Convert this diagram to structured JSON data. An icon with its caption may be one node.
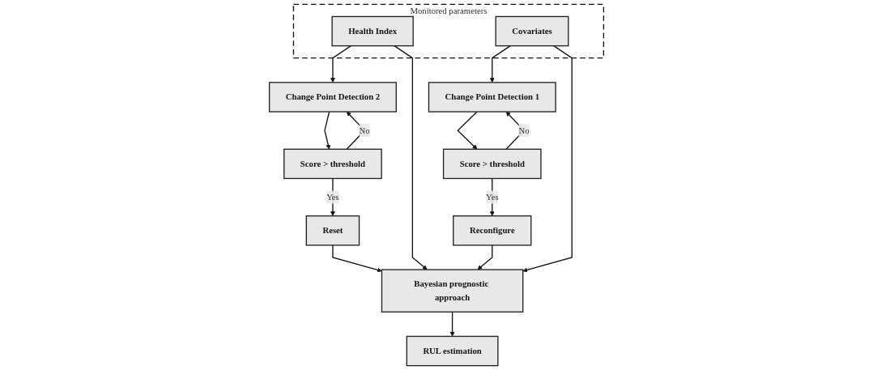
{
  "diagram": {
    "nodes": [
      {
        "text": [
          "Change Point Detection 1"
        ]
      },
      {
        "text": [
          "Change Point Detection 2"
        ]
      },
      {
        "text": [
          "Monitored parameters"
        ]
      },
      {
        "text": [
          "Health Index"
        ],
        "in": 2
      },
      {
        "text": [
          "Covariates"
        ],
        "in": 2
      },
      {
        "text": [
          "Score > threshold"
        ]
      },
      {
        "text": [
          "Score > threshold"
        ]
      },
      {
        "text": [
          "Bayesian prognostic approach"
        ]
      },
      {
        "text": [
          "RUL estimation"
        ]
      },
      {
        "text": [
          "Reconfigure"
        ]
      },
      {
        "text": [
          "Reset"
        ]
      }
    ],
    "edges": [
      {
        "from": 4,
        "to": 0,
        "arrow": "to"
      },
      {
        "from": 3,
        "to": 1,
        "arrow": "to"
      },
      {
        "from": 0,
        "to": 5,
        "arrow": "to"
      },
      {
        "from": 5,
        "to": 0,
        "arrow": "to",
        "label": "No"
      },
      {
        "from": 5,
        "to": 9,
        "arrow": "to",
        "label": "Yes"
      },
      {
        "from": 1,
        "to": 6,
        "arrow": "to"
      },
      {
        "from": 6,
        "to": 1,
        "arrow": "to",
        "label": "No"
      },
      {
        "from": 6,
        "to": 10,
        "arrow": "to",
        "label": "Yes"
      },
      {
        "from": 3,
        "to": 7,
        "arrow": "to"
      },
      {
        "from": 4,
        "to": 7,
        "arrow": "to"
      },
      {
        "from": 10,
        "to": 7,
        "arrow": "to"
      },
      {
        "from": 9,
        "to": 7,
        "arrow": "to"
      },
      {
        "from": 7,
        "to": 8,
        "arrow": "to"
      }
    ]
  }
}
